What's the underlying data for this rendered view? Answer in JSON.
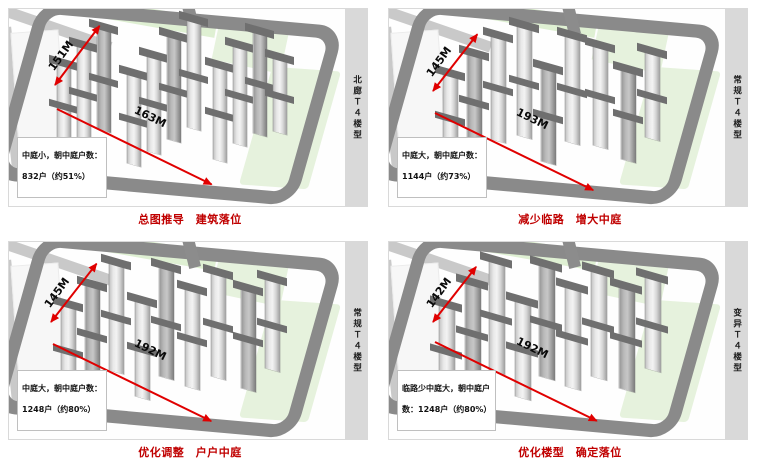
{
  "meta": {
    "diagram_title": "总图推导方案比选",
    "accent_red": "#c00000",
    "arrow_red": "#e00000",
    "strip_gray": "#d9d9d9",
    "road_gray": "#8a8a8a",
    "green": "#dff0d3"
  },
  "panels": [
    {
      "id": "panel-1",
      "side_label": "北廊Ｔ４楼型",
      "caption": "总图推导　建筑落位",
      "info": "中庭小，朝中庭户数：\n832户（约51%）",
      "info_line1": "中庭小，朝中庭户数：",
      "info_line2": "832户（约51%）",
      "dim_short": "151M",
      "dim_long": "163M",
      "courtyard_size": "小",
      "units_facing_courtyard": 832,
      "units_percent": 51
    },
    {
      "id": "panel-2",
      "side_label": "常规Ｔ４楼型",
      "caption": "减少临路　增大中庭",
      "info": "中庭大，朝中庭户数：\n1144户（约73%）",
      "info_line1": "中庭大，朝中庭户数：",
      "info_line2": "1144户（约73%）",
      "dim_short": "145M",
      "dim_long": "193M",
      "courtyard_size": "大",
      "units_facing_courtyard": 1144,
      "units_percent": 73
    },
    {
      "id": "panel-3",
      "side_label": "常规Ｔ４楼型",
      "caption": "优化调整　户户中庭",
      "info": "中庭大，朝中庭户数：\n1248户（约80%）",
      "info_line1": "中庭大，朝中庭户数：",
      "info_line2": "1248户（约80%）",
      "dim_short": "145M",
      "dim_long": "192M",
      "courtyard_size": "大",
      "units_facing_courtyard": 1248,
      "units_percent": 80
    },
    {
      "id": "panel-4",
      "side_label": "变异Ｔ４楼型",
      "caption": "优化楼型　确定落位",
      "info": "临路少中庭大，朝中庭户\n数：1248户（约80%）",
      "info_line1": "临路少中庭大，朝中庭户",
      "info_line2": "数：1248户（约80%）",
      "dim_short": "142M",
      "dim_long": "192M",
      "courtyard_size": "大",
      "units_facing_courtyard": 1248,
      "units_percent": 80
    }
  ]
}
